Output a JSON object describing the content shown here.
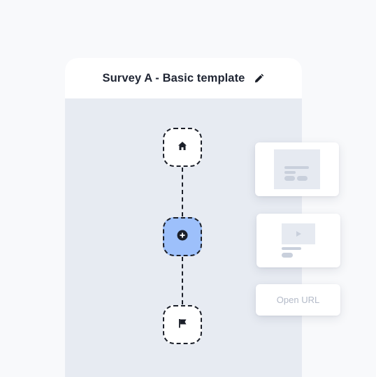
{
  "survey": {
    "title": "Survey A - Basic template"
  },
  "flow": {
    "nodes": [
      {
        "name": "start-node",
        "icon": "home-icon"
      },
      {
        "name": "add-step-node",
        "icon": "plus-circle-icon"
      },
      {
        "name": "end-node",
        "icon": "flag-icon"
      }
    ]
  },
  "options": {
    "text_block": {
      "icon": "text-layout-icon"
    },
    "video_block": {
      "icon": "video-play-icon"
    },
    "open_url": {
      "label": "Open URL"
    }
  },
  "colors": {
    "canvas": "#e7ebf2",
    "active_node": "#9dc0fb",
    "node_border": "#1b1f29",
    "placeholder": "#c9d0dc"
  }
}
